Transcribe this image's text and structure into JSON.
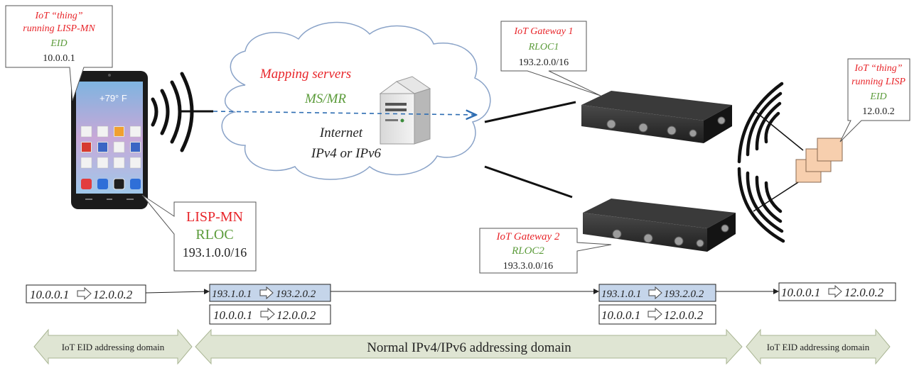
{
  "phone_callout": {
    "line1": "IoT “thing”",
    "line2": "running LISP-MN",
    "eid_label": "EID",
    "eid_value": "10.0.0.1"
  },
  "phone_screen": {
    "weather": "+79° F"
  },
  "lisp_mn_callout": {
    "title": "LISP-MN",
    "rloc_label": "RLOC",
    "rloc_value": "193.1.0.0/16"
  },
  "cloud": {
    "title": "Mapping servers",
    "ms_mr": "MS/MR",
    "internet": "Internet",
    "ip_versions": "IPv4 or IPv6"
  },
  "gateway1_callout": {
    "title": "IoT Gateway 1",
    "rloc_label": "RLOC1",
    "rloc_value": "193.2.0.0/16"
  },
  "gateway2_callout": {
    "title": "IoT Gateway 2",
    "rloc_label": "RLOC2",
    "rloc_value": "193.3.0.0/16"
  },
  "thing_callout": {
    "line1": "IoT “thing”",
    "line2": "running LISP",
    "eid_label": "EID",
    "eid_value": "12.0.0.2"
  },
  "packets": {
    "p1": {
      "src": "10.0.0.1",
      "dst": "12.0.0.2"
    },
    "p2_outer": {
      "src": "193.1.0.1",
      "dst": "193.2.0.2"
    },
    "p2_inner": {
      "src": "10.0.0.1",
      "dst": "12.0.0.2"
    },
    "p3_outer": {
      "src": "193.1.0.1",
      "dst": "193.2.0.2"
    },
    "p3_inner": {
      "src": "10.0.0.1",
      "dst": "12.0.0.2"
    },
    "p4": {
      "src": "10.0.0.1",
      "dst": "12.0.0.2"
    }
  },
  "domains": {
    "left": "IoT EID addressing domain",
    "middle": "Normal IPv4/IPv6 addressing domain",
    "right": "IoT EID addressing domain"
  },
  "colors": {
    "red_text": "#e8252a",
    "green_text": "#5b9b3a",
    "encap_fill": "#c5d5ea",
    "domain_fill": "#dfe5d3",
    "domain_stroke": "#a9b593",
    "tag_fill": "#f7cfae",
    "cloud_stroke": "#8aa3c8",
    "dashed_arrow": "#2e6db2"
  }
}
